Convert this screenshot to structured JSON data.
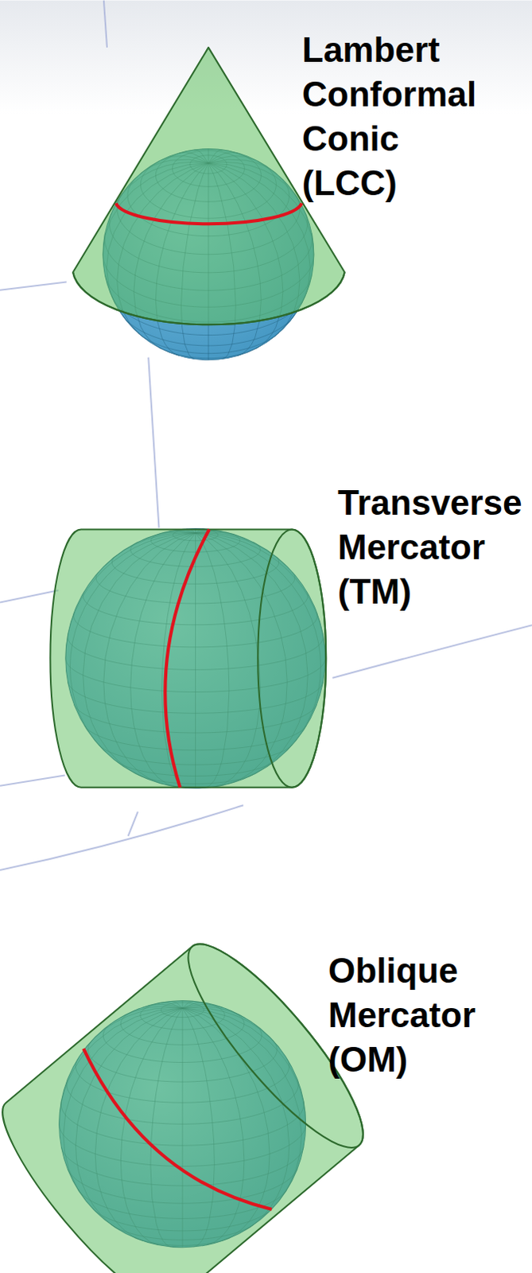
{
  "diagram": {
    "labels": [
      "Lambert Conformal Conic (LCC)",
      "Transverse Mercator (TM)",
      "Oblique Mercator (OM)"
    ]
  }
}
